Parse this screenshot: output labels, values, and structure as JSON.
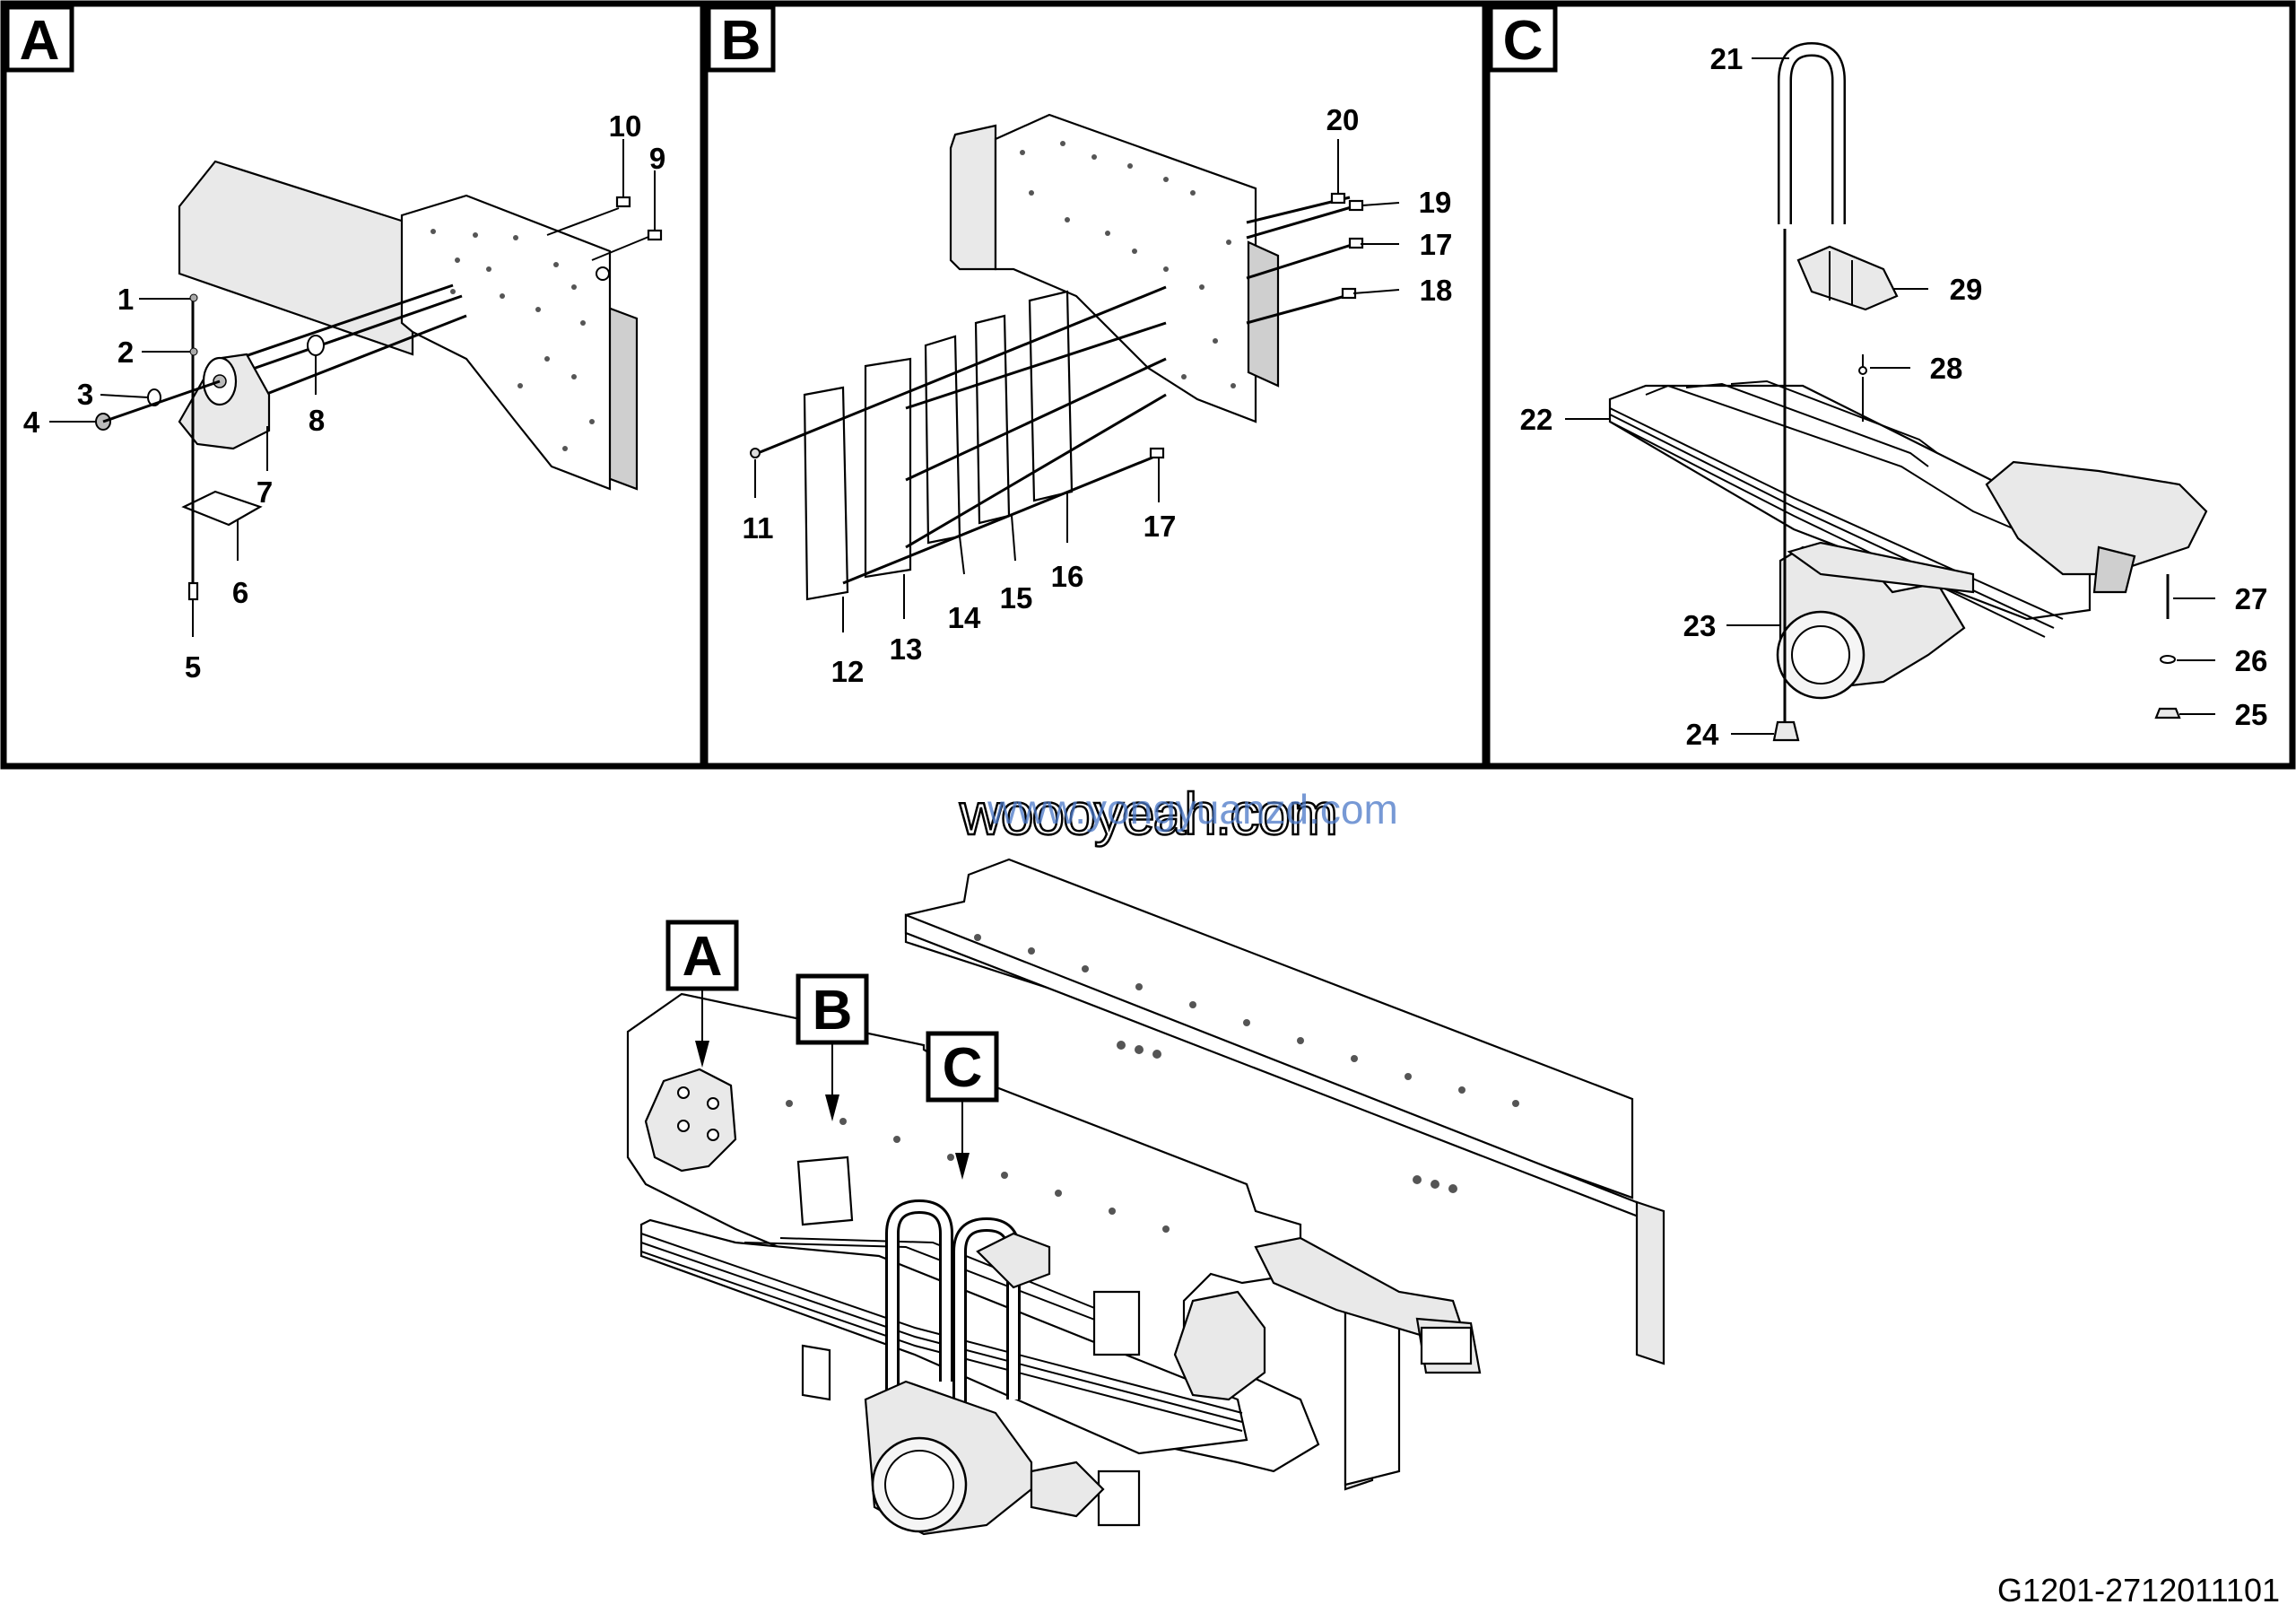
{
  "panels": [
    {
      "letter": "A",
      "callouts": [
        "1",
        "2",
        "3",
        "4",
        "5",
        "6",
        "7",
        "8",
        "9",
        "10"
      ]
    },
    {
      "letter": "B",
      "callouts": [
        "11",
        "12",
        "13",
        "14",
        "15",
        "16",
        "17",
        "17",
        "18",
        "19",
        "20"
      ]
    },
    {
      "letter": "C",
      "callouts": [
        "21",
        "22",
        "23",
        "24",
        "25",
        "26",
        "27",
        "28",
        "29"
      ]
    }
  ],
  "overview_labels": [
    "A",
    "B",
    "C"
  ],
  "watermark": "woooyeah.com",
  "watermark_overlay": "www.yongyuanzd.com",
  "drawing_id": "G1201-2712011101"
}
